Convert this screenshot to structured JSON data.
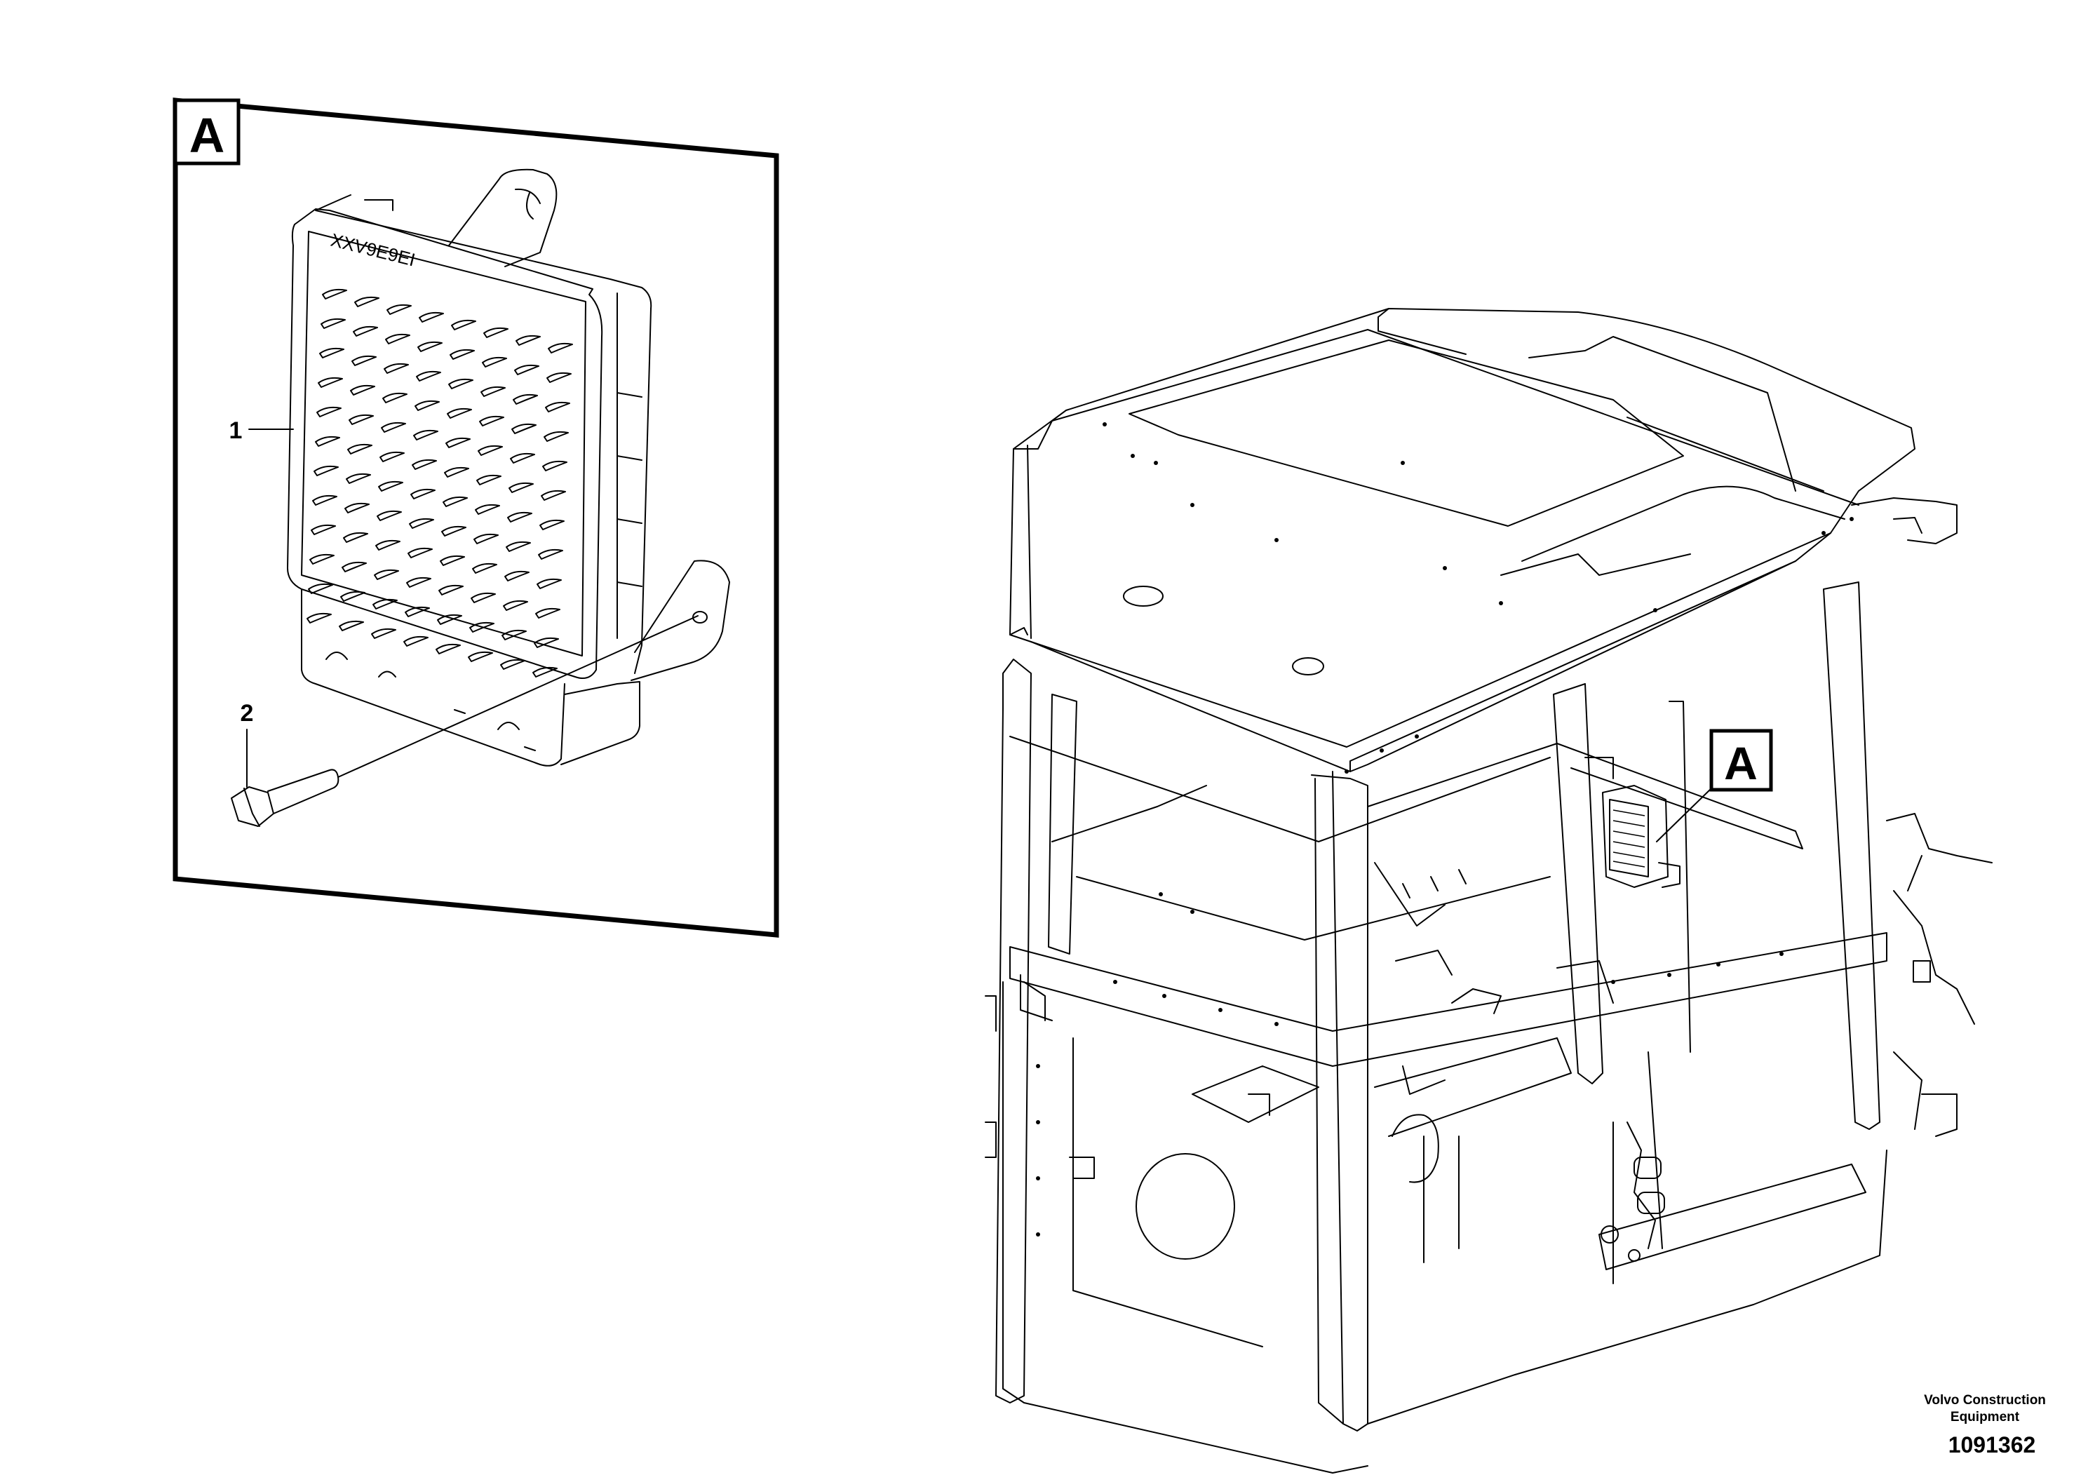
{
  "detail_view": {
    "label": "A",
    "callouts": [
      {
        "number": "1",
        "part": "control-unit"
      },
      {
        "number": "2",
        "part": "bolt"
      }
    ],
    "unit_marking": "XXV9E9EI"
  },
  "main_view": {
    "reference_label": "A"
  },
  "footer": {
    "company_line1": "Volvo Construction",
    "company_line2": "Equipment",
    "drawing_number": "1091362"
  }
}
